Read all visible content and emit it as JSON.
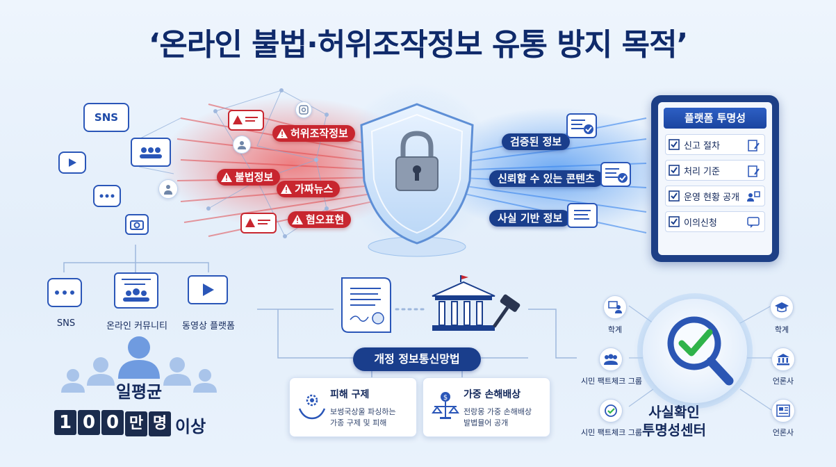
{
  "title": "‘온라인 불법·허위조작정보 유통 방지 목적’",
  "threats": {
    "tag1": "허위조작정보",
    "tag2": "불법정보",
    "tag3": "가짜뉴스",
    "tag4": "혐오표현"
  },
  "verified": {
    "tag1": "검증된 정보",
    "tag2": "신뢰할 수 있는 콘텐츠",
    "tag3": "사실 기반 정보"
  },
  "left_icons": {
    "sns_bubble": "SNS"
  },
  "platforms": [
    {
      "label": "SNS",
      "icon": "chat-bubbles-icon"
    },
    {
      "label": "온라인 커뮤니티",
      "icon": "community-icon"
    },
    {
      "label": "동영상 플랫폼",
      "icon": "video-play-icon"
    }
  ],
  "users": {
    "line1": "일평균",
    "digits": [
      "1",
      "0",
      "0"
    ],
    "unit_chars": [
      "만",
      "명"
    ],
    "suffix": "이상"
  },
  "transparency_panel": {
    "header": "플랫폼 투명성",
    "items": [
      {
        "label": "신고 절차",
        "icon": "clipboard-edit-icon"
      },
      {
        "label": "처리 기준",
        "icon": "clipboard-edit-icon"
      },
      {
        "label": "운영 현황 공개",
        "icon": "users-chart-icon"
      },
      {
        "label": "이의신청",
        "icon": "speech-bubble-icon"
      }
    ]
  },
  "law": {
    "banner": "개정 정보통신망법",
    "card1": {
      "title": "피해 구제",
      "line1": "보썽국상울 파싱하는",
      "line2": "가종 구제 및 피해"
    },
    "card2": {
      "title": "가중 손해배상",
      "line1": "전랑몽 가중 손해배상",
      "line2": "발볍뮬어 공개"
    }
  },
  "factcheck": {
    "center_line1": "사실확인",
    "center_line2": "투명성센터",
    "left": [
      "학계",
      "시민 팩트체크 그룹",
      "시민 팩트체크 그룹"
    ],
    "right": [
      "학계",
      "언론사",
      "언론사"
    ]
  },
  "colors": {
    "navy": "#1a3e8c",
    "threat_red": "#c8262f",
    "accent_blue": "#2a56b8",
    "check_green": "#2fb34a"
  }
}
